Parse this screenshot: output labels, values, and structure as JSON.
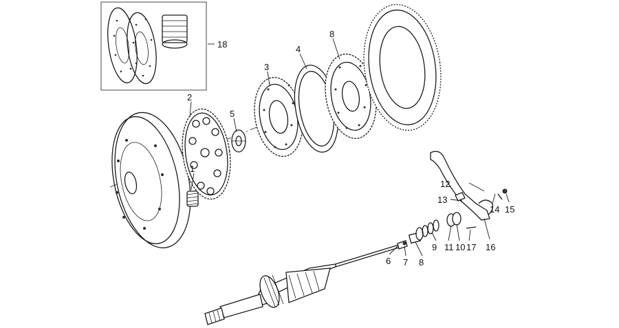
{
  "diagram": {
    "callouts": [
      {
        "id": "c18",
        "text": "18"
      },
      {
        "id": "c2",
        "text": "2"
      },
      {
        "id": "c3",
        "text": "3"
      },
      {
        "id": "c4",
        "text": "4"
      },
      {
        "id": "c8a",
        "text": "8"
      },
      {
        "id": "c5",
        "text": "5"
      },
      {
        "id": "c1",
        "text": "1"
      },
      {
        "id": "c12",
        "text": "12"
      },
      {
        "id": "c13",
        "text": "13"
      },
      {
        "id": "c14",
        "text": "14"
      },
      {
        "id": "c15",
        "text": "15"
      },
      {
        "id": "c9",
        "text": "9"
      },
      {
        "id": "c11",
        "text": "11"
      },
      {
        "id": "c10",
        "text": "10"
      },
      {
        "id": "c17",
        "text": "17"
      },
      {
        "id": "c16",
        "text": "16"
      },
      {
        "id": "c6",
        "text": "6"
      },
      {
        "id": "c7",
        "text": "7"
      },
      {
        "id": "c8b",
        "text": "8"
      }
    ]
  }
}
